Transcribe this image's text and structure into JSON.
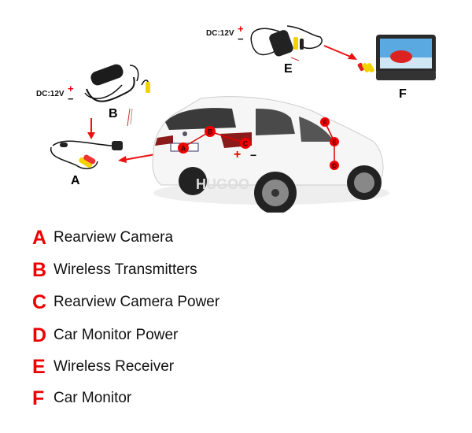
{
  "diagram": {
    "components": {
      "A": {
        "label": "A",
        "name": "Rearview Camera"
      },
      "B": {
        "label": "B",
        "name": "Wireless Transmitters",
        "power": "DC:12V"
      },
      "E": {
        "label": "E",
        "name": "Wireless Receiver",
        "power": "DC:12V"
      },
      "F": {
        "label": "F",
        "name": "Car Monitor"
      }
    },
    "car_markers": [
      "A",
      "B",
      "C",
      "D",
      "E",
      "F"
    ],
    "car_polarity": {
      "plus": "+",
      "minus": "−"
    },
    "power_plus": "+",
    "power_minus": "−",
    "watermark": "HUGOO"
  },
  "legend": [
    {
      "letter": "A",
      "text": "Rearview Camera"
    },
    {
      "letter": "B",
      "text": "Wireless Transmitters"
    },
    {
      "letter": "C",
      "text": "Rearview Camera Power"
    },
    {
      "letter": "D",
      "text": "Car Monitor Power"
    },
    {
      "letter": "E",
      "text": "Wireless Receiver"
    },
    {
      "letter": "F",
      "text": "Car Monitor"
    }
  ],
  "colors": {
    "accent": "#ee0000",
    "text": "#111111",
    "background": "#ffffff"
  }
}
